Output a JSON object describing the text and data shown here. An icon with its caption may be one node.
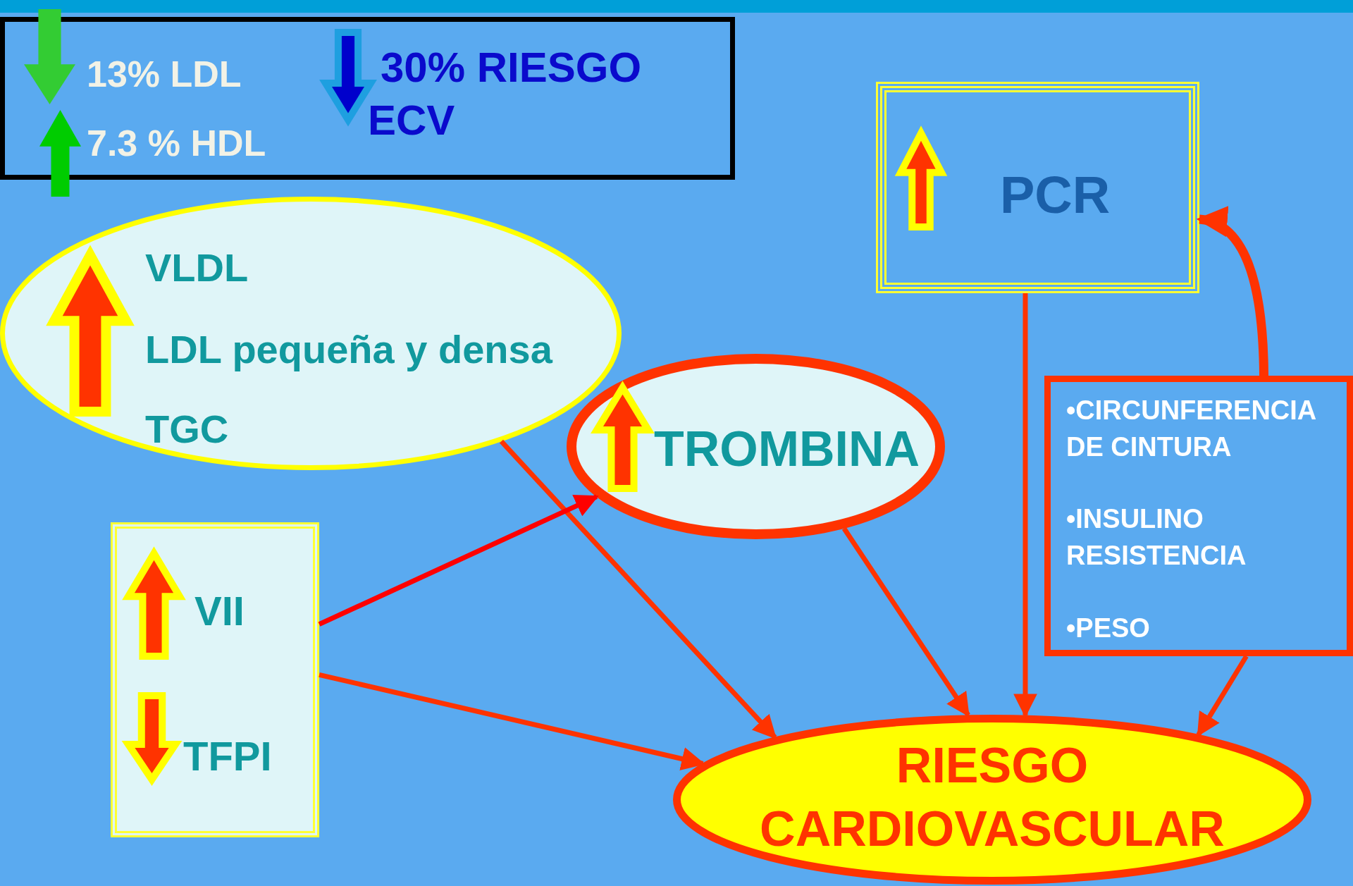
{
  "diagram": {
    "nodes": [
      {
        "text": [
          "13% LDL",
          "7.3 % HDL",
          "30% RIESGO ECV"
        ]
      },
      {
        "text": [
          "VLDL",
          "LDL pequeña y densa",
          "TGC"
        ]
      },
      {
        "text": [
          "TROMBINA"
        ]
      },
      {
        "text": [
          "VII",
          "TFPI"
        ]
      },
      {
        "text": [
          "PCR"
        ]
      },
      {
        "text": [
          "•CIRCUNFERENCIA DE CINTURA",
          "•INSULINO RESISTENCIA",
          "•PESO"
        ]
      },
      {
        "text": [
          "RIESGO CARDIOVASCULAR"
        ]
      }
    ],
    "edges": [
      {
        "from": 1,
        "to": 6,
        "arrow": "to"
      },
      {
        "from": 3,
        "to": 2,
        "arrow": "to",
        "color": "#ff0000"
      },
      {
        "from": 3,
        "to": 6,
        "arrow": "to"
      },
      {
        "from": 2,
        "to": 6,
        "arrow": "to"
      },
      {
        "from": 4,
        "to": 6,
        "arrow": "to"
      },
      {
        "from": 5,
        "to": 6,
        "arrow": "to"
      },
      {
        "from": 5,
        "to": 4,
        "arrow": "to",
        "style": "thick"
      }
    ]
  }
}
